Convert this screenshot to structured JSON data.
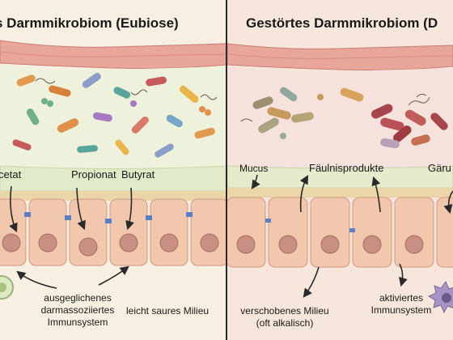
{
  "left_panel": {
    "title": "s Darmmikrobiom (Eubiose)",
    "labels": {
      "acetat": "cetat",
      "propionat": "Propionat",
      "butyrat": "Butyrat",
      "immune_line1": "ausgeglichenes",
      "immune_line2": "darmassoziiertes",
      "immune_line3": "Immunsystem",
      "milieu": "leicht saures Milieu"
    }
  },
  "right_panel": {
    "title": "Gestörtes Darmmikrobiom (D",
    "labels": {
      "mucus": "Mucus",
      "faeulnis": "Fäulnisprodukte",
      "gaerung": "Gäru",
      "milieu_line1": "verschobenes Milieu",
      "milieu_line2": "(oft alkalisch)",
      "immune_line1": "aktiviertes",
      "immune_line2": "Immunsystem"
    }
  },
  "colors": {
    "left_bg": "#f6efe2",
    "right_bg": "#f7e6dc",
    "mucus": "#e4edcf",
    "lumen_left": "#eef2dc",
    "lumen_right": "#f5e2dc",
    "vessel": "#e9a79b",
    "cell": "#f1c7ad",
    "nucleus": "#c89082"
  }
}
